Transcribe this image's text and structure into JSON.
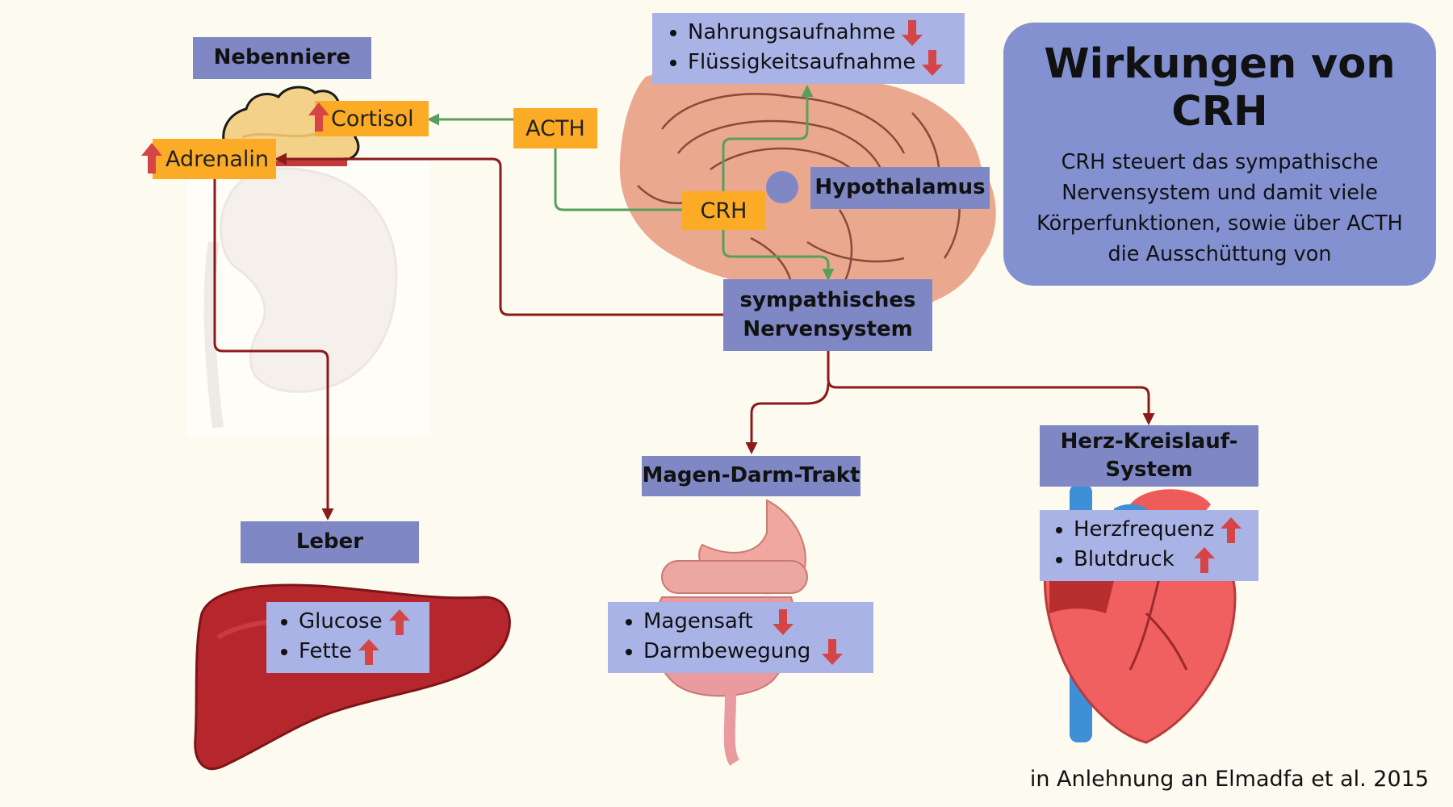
{
  "title": "Wirkungen von CRH",
  "description": "CRH steuert das sympathische Nervensystem und damit viele Körperfunktionen, sowie über ACTH die Ausschüttung von",
  "source": "in Anlehnung an Elmadfa et al. 2015",
  "organs": {
    "nebenniere": "Nebenniere",
    "hypothalamus": "Hypothalamus",
    "sympathikus_line1": "sympathisches",
    "sympathikus_line2": "Nervensystem",
    "leber": "Leber",
    "magen": "Magen-Darm-Trakt",
    "herz_line1": "Herz-Kreislauf-",
    "herz_line2": "System"
  },
  "hormones": {
    "acth": "ACTH",
    "crh": "CRH",
    "cortisol": "Cortisol",
    "adrenalin": "Adrenalin"
  },
  "effects": {
    "hypothalamus": [
      {
        "label": "Nahrungsaufnahme",
        "direction": "down"
      },
      {
        "label": "Flüssigkeitsaufnahme",
        "direction": "down"
      }
    ],
    "leber": [
      {
        "label": "Glucose",
        "direction": "up"
      },
      {
        "label": "Fette",
        "direction": "up"
      }
    ],
    "magen": [
      {
        "label": "Magensaft",
        "direction": "down"
      },
      {
        "label": "Darmbewegung",
        "direction": "down"
      }
    ],
    "herz": [
      {
        "label": "Herzfrequenz",
        "direction": "up"
      },
      {
        "label": "Blutdruck",
        "direction": "up"
      }
    ]
  },
  "colors": {
    "background": "#fdfbf0",
    "label_box": "#7f88c4",
    "list_box": "#aab3e6",
    "hormone_box": "#fbab25",
    "green_arrow": "#5a9e5f",
    "red_arrow": "#8b1a1a",
    "indicator_arrow": "#d64545"
  },
  "icons": [
    "brain-illustration",
    "adrenal-gland-illustration",
    "kidney-illustration",
    "liver-illustration",
    "digestive-tract-illustration",
    "heart-illustration",
    "up-arrow-icon",
    "down-arrow-icon"
  ]
}
